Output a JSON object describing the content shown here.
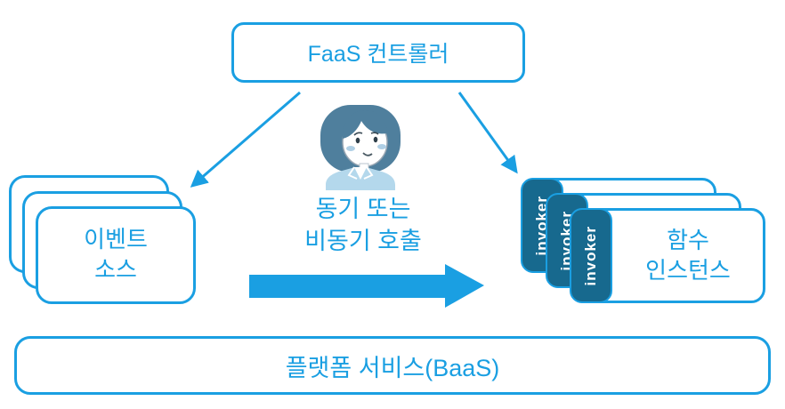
{
  "colors": {
    "accent": "#1A9FE2",
    "invoker_tab": "#17698E",
    "hair": "#4F7F9D",
    "body_blue": "#B4D8EC",
    "cheek": "#AFCFE5"
  },
  "nodes": {
    "controller": "FaaS 컨트롤러",
    "event_source": "이벤트\n소스",
    "call_type": "동기 또는\n비동기 호출",
    "invoker": "invoker",
    "function_instance": "함수\n인스턴스",
    "platform_service": "플랫폼 서비스(BaaS)"
  }
}
